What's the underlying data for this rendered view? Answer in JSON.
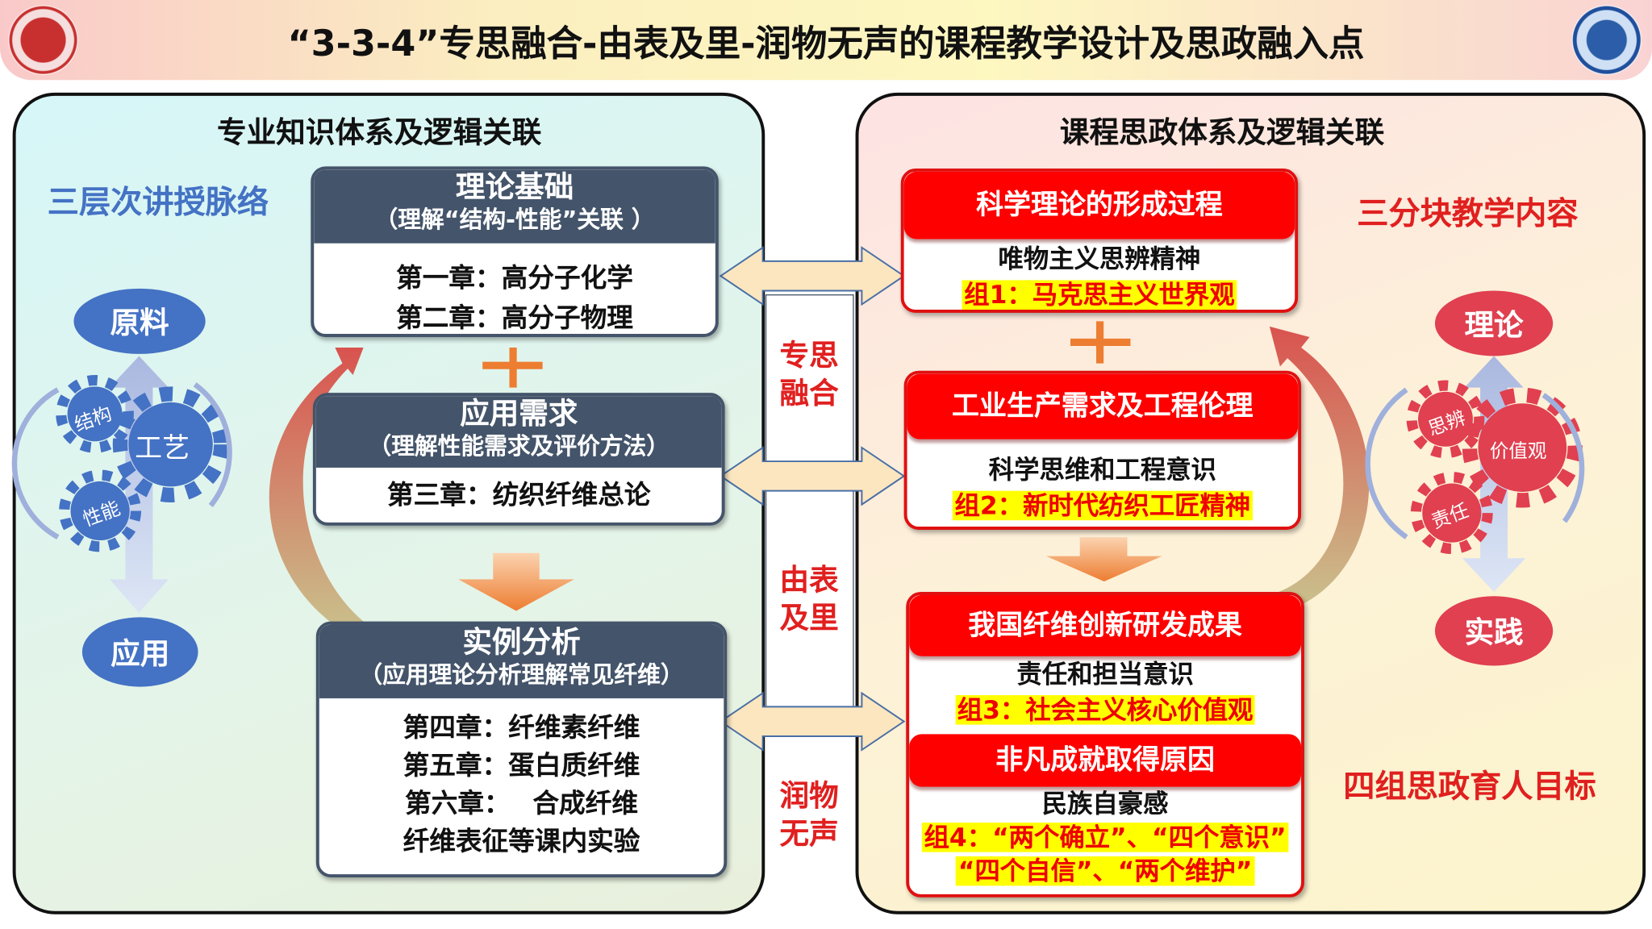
{
  "header": {
    "title": "“3-3-4”专思融合-由表及里-润物无声的课程教学设计及思政融入点",
    "logo_left": "university-logo-red",
    "logo_right": "university-logo-blue"
  },
  "left": {
    "title": "专业知识体系及逻辑关联",
    "label": "三层次讲授脉络",
    "top_circle": "原料",
    "bottom_circle": "应用",
    "gears": [
      "结构",
      "工艺",
      "性能"
    ],
    "boxes": [
      {
        "title": "理论基础",
        "subtitle": "（理解“结构-性能”关联 ）",
        "lines": [
          "第一章：高分子化学",
          "第二章：高分子物理"
        ]
      },
      {
        "title": "应用需求",
        "subtitle": "（理解性能需求及评价方法）",
        "lines": [
          "第三章：纺织纤维总论"
        ]
      },
      {
        "title": "实例分析",
        "subtitle": "（应用理论分析理解常见纤维）",
        "lines": [
          "第四章：纤维素纤维",
          "第五章：蛋白质纤维",
          "第六章：　 合成纤维",
          "纤维表征等课内实验"
        ]
      }
    ]
  },
  "middle": {
    "labels": [
      "专思融合",
      "由表及里",
      "润物无声"
    ]
  },
  "right": {
    "title": "课程思政体系及逻辑关联",
    "label_top": "三分块教学内容",
    "label_bottom": "四组思政育人目标",
    "top_circle": "理论",
    "bottom_circle": "实践",
    "gears": [
      "思辨",
      "价值观",
      "责任"
    ],
    "boxes": [
      {
        "title": "科学理论的形成过程",
        "line": "唯物主义思辨精神",
        "goal": "组1：马克思主义世界观"
      },
      {
        "title": "工业生产需求及工程伦理",
        "line": "科学思维和工程意识",
        "goal": "组2：新时代纺织工匠精神"
      },
      {
        "title": "我国纤维创新研发成果",
        "line": "责任和担当意识",
        "goal": "组3：社会主义核心价值观"
      },
      {
        "title": "非凡成就取得原因",
        "line": "民族自豪感",
        "goal": "组4：“两个确立”、“四个意识”",
        "goal2": "“四个自信”、“两个维护”"
      }
    ]
  },
  "colors": {
    "blue": "#4472c4",
    "red": "#e0201f",
    "slate": "#44546a",
    "orange": "#ed7d31"
  }
}
